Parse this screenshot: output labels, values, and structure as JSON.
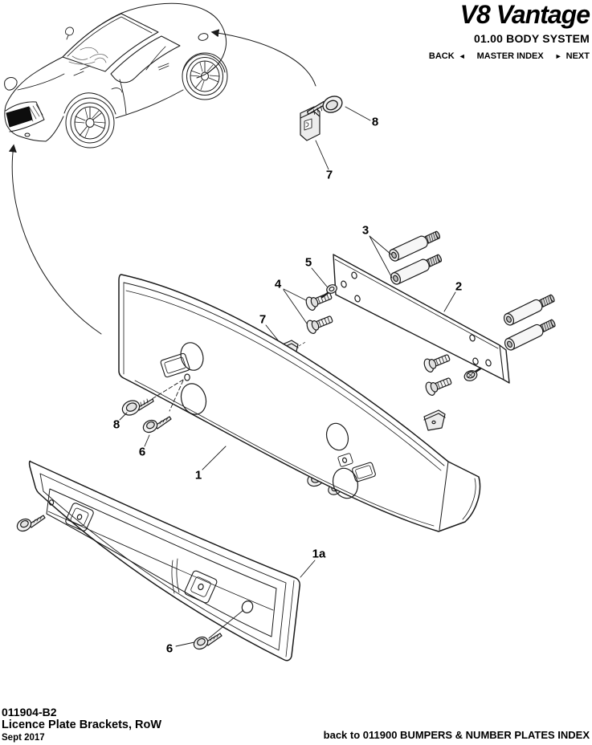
{
  "header": {
    "logo": "V8 Vantage",
    "subtitle": "01.00 BODY SYSTEM",
    "nav": {
      "back_label": "BACK",
      "back_arrow": "◄",
      "master_index_label": "MASTER INDEX",
      "next_arrow": "►",
      "next_label": "NEXT"
    }
  },
  "footer": {
    "doc_number": "011904-B2",
    "title": "Licence Plate Brackets, RoW",
    "date": "Sept 2017",
    "back_link": "back to 011900 BUMPERS & NUMBER PLATES INDEX"
  },
  "diagram": {
    "description": "Exploded parts view: licence plate brackets with Aston Martin V8 Vantage line-art car, leader arrows to front bumper and rear deck",
    "colors": {
      "line": "#1a1a1a",
      "metal_fill": "#e8e8e8",
      "paper": "#ffffff"
    },
    "callouts": [
      {
        "label": "8"
      },
      {
        "label": "7"
      },
      {
        "label": "3"
      },
      {
        "label": "5"
      },
      {
        "label": "2"
      },
      {
        "label": "4"
      },
      {
        "label": "7"
      },
      {
        "label": "8"
      },
      {
        "label": "6"
      },
      {
        "label": "1"
      },
      {
        "label": "1a"
      },
      {
        "label": "6"
      }
    ]
  }
}
